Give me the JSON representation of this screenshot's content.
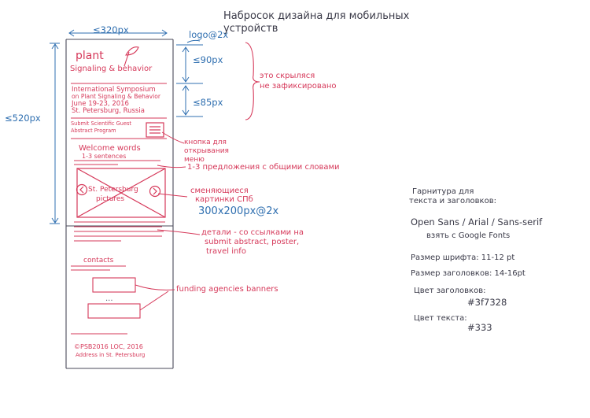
{
  "title": {
    "line1": "Набросок дизайна для мобильных",
    "line2": "устройств"
  },
  "measurements": {
    "width": "≤320px",
    "logo_size": "logo@2x",
    "header_height": "≤90px",
    "info_height": "≤85px",
    "total_height": "≤520px",
    "image_size": "300x200px@2x"
  },
  "mockup": {
    "logo": {
      "line1": "plant",
      "line2": "Signaling & behavior"
    },
    "event_info": {
      "line1": "International Symposium",
      "line2": "on Plant Signaling & Behavior",
      "line3": "June 19-23, 2016",
      "line4": "St. Petersburg, Russia"
    },
    "nav": {
      "line1": "Submit   Scientific   Guest",
      "line2": "Abstract   Program"
    },
    "welcome": {
      "line1": "Welcome words",
      "line2": "1-3 sentences"
    },
    "slider_caption": {
      "line1": "St. Petersburg",
      "line2": "pictures"
    },
    "contacts": "contacts",
    "ellipsis": "...",
    "footer": {
      "line1": "©PSB2016 LOC, 2016",
      "line2": "Address in St. Petersburg"
    }
  },
  "annotations": {
    "scroll_note": {
      "line1": "это скрыляся",
      "line2": "не зафиксировано"
    },
    "menu_button": {
      "line1": "кнопка для",
      "line2": "открывания",
      "line3": "меню"
    },
    "welcome_note": "1-3 предложения с общими словами",
    "slider_note": {
      "line1": "сменяющиеся",
      "line2": "картинки СПб"
    },
    "details_note": {
      "line1": "детали - со ссылками на",
      "line2": "submit abstract, poster,",
      "line3": "travel info"
    },
    "banners_note": "funding agencies banners"
  },
  "specs": {
    "font_heading": "Гарнитура для",
    "font_heading2": "текста и заголовков:",
    "font_value": "Open Sans / Arial / Sans-serif",
    "font_source": "взять с Google Fonts",
    "text_size": "Размер шрифта:  11-12 pt",
    "heading_size": "Размер заголовков: 14-16pt",
    "heading_color_label": "Цвет заголовков:",
    "heading_color_value": "#3f7328",
    "text_color_label": "Цвет текста:",
    "text_color_value": "#333"
  },
  "colors": {
    "blue_ink": "#2f6fb0",
    "pink_ink": "#d6395a",
    "dark_ink": "#3a3a48"
  }
}
